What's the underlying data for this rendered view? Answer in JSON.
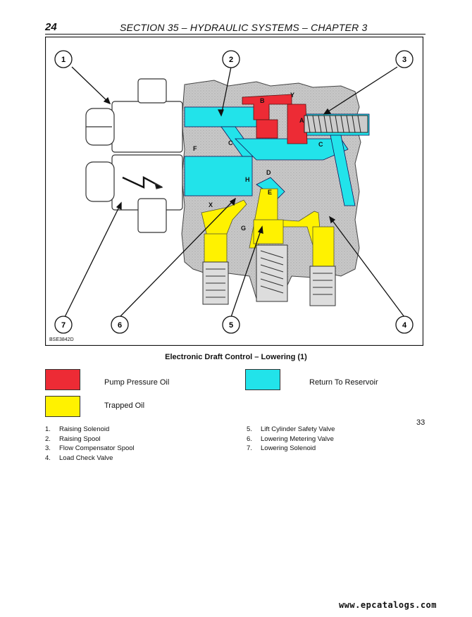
{
  "header": {
    "page_number": "24",
    "title": "SECTION 35 – HYDRAULIC SYSTEMS – CHAPTER 3"
  },
  "figure": {
    "image_code": "BSE3842D",
    "callouts": [
      "1",
      "2",
      "3",
      "4",
      "5",
      "6",
      "7"
    ],
    "port_letters": [
      "A",
      "B",
      "C",
      "C",
      "D",
      "E",
      "F",
      "G",
      "H",
      "X",
      "Y"
    ],
    "caption": "Electronic Draft Control – Lowering (1)",
    "number": "33"
  },
  "legend": [
    {
      "label": "Pump Pressure Oil",
      "color": "#ed2b35"
    },
    {
      "label": "Return To Reservoir",
      "color": "#22e3ea"
    },
    {
      "label": "Trapped Oil",
      "color": "#fff200"
    }
  ],
  "parts": [
    {
      "num": "1.",
      "label": "Raising Solenoid"
    },
    {
      "num": "2.",
      "label": "Raising Spool"
    },
    {
      "num": "3.",
      "label": "Flow Compensator Spool"
    },
    {
      "num": "4.",
      "label": "Load Check Valve"
    },
    {
      "num": "5.",
      "label": "Lift Cylinder Safety Valve"
    },
    {
      "num": "6.",
      "label": "Lowering Metering Valve"
    },
    {
      "num": "7.",
      "label": "Lowering Solenoid"
    }
  ],
  "watermark": "www.epcatalogs.com"
}
